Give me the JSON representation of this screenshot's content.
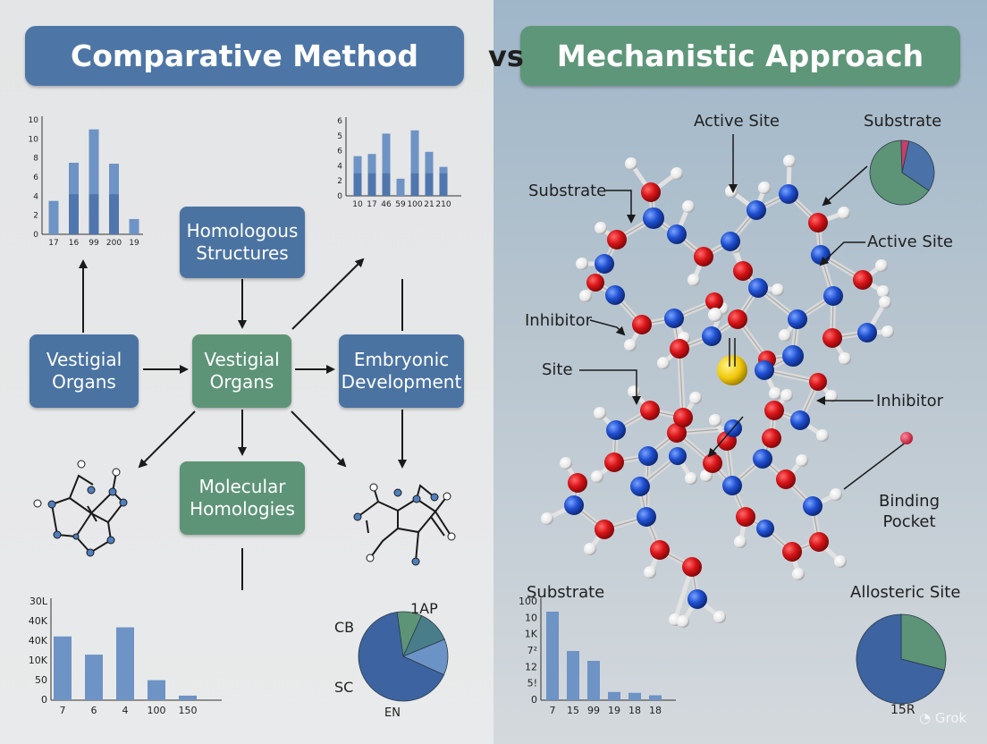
{
  "header": {
    "left_title": "Comparative Method",
    "vs": "vs",
    "right_title": "Mechanistic Approach"
  },
  "nodes": {
    "homologous": "Homologous\nStructures",
    "vestigial_left": "Vestigial\nOrgans",
    "vestigial_center": "Vestigial\nOrgans",
    "embryonic": "Embryonic\nDevelopment",
    "molecular": "Molecular\nHomologies"
  },
  "molecule_labels": {
    "active_site_top": "Active Site",
    "substrate_top_right": "Substrate",
    "substrate_left": "Substrate",
    "active_site_right": "Active Site",
    "inhibitor_left": "Inhibitor",
    "site": "Site",
    "inhibitor_right": "Inhibitor",
    "binding_pocket": "Binding\nPocket",
    "substrate_bottom": "Substrate",
    "allosteric_site": "Allosteric Site"
  },
  "pie_labels": {
    "cb": "CB",
    "iap": "1AP",
    "sc": "SC",
    "en": "EN",
    "r15": "15R"
  },
  "colors": {
    "blue": "#4a73a2",
    "light_blue": "#6c93c6",
    "green": "#5d9477",
    "red": "#d41417",
    "white_atom": "#f2f2f2",
    "sulfur": "#f5cf12"
  },
  "watermark": "Grok",
  "chart_data": [
    {
      "type": "bar",
      "categories": [
        "17",
        "16",
        "99",
        "200",
        "19"
      ],
      "ytick_labels": [
        "0",
        "2",
        "4",
        "6",
        "8",
        "10",
        "10"
      ],
      "ylim": [
        0,
        12
      ],
      "series": [
        {
          "values": [
            3.5,
            7.5,
            11,
            7.4,
            1.6
          ]
        },
        {
          "values": [
            0,
            4.2,
            4.2,
            4.2,
            0
          ]
        }
      ]
    },
    {
      "type": "bar",
      "categories": [
        "10",
        "17",
        "46",
        "59",
        "100",
        "21",
        "210"
      ],
      "ytick_labels": [
        "0",
        "2",
        "4",
        "6",
        "5",
        "6"
      ],
      "ylim": [
        0,
        7
      ],
      "series": [
        {
          "values": [
            3.7,
            3.9,
            5.8,
            1.6,
            6.1,
            4.1,
            2.7
          ]
        },
        {
          "values": [
            2.1,
            2.1,
            2.1,
            0,
            2.1,
            2.1,
            2.1
          ]
        }
      ]
    },
    {
      "type": "bar",
      "categories": [
        "7",
        "6",
        "4",
        "100",
        "150"
      ],
      "ytick_labels": [
        "0",
        "50",
        "10K",
        "40K",
        "40K",
        "30L"
      ],
      "ylim": [
        0,
        5.4
      ],
      "series": [
        {
          "values": [
            3.5,
            2.5,
            4.0,
            1.1,
            0.25
          ]
        }
      ]
    },
    {
      "type": "pie",
      "labels": [
        "CB",
        "1AP",
        "SC",
        "EN"
      ],
      "values": [
        9,
        12,
        13,
        66
      ]
    },
    {
      "type": "bar",
      "categories": [
        "7",
        "15",
        "99",
        "19",
        "18",
        "18"
      ],
      "ytick_labels": [
        "0",
        "5!",
        "12",
        "7²",
        "1K",
        "10",
        "100"
      ],
      "ylim": [
        0,
        6
      ],
      "series": [
        {
          "values": [
            5.4,
            3.0,
            2.4,
            0.5,
            0.45,
            0.3
          ]
        }
      ]
    },
    {
      "type": "pie",
      "labels": [
        "Substrate"
      ],
      "values": [
        4,
        31,
        65
      ]
    },
    {
      "type": "pie",
      "labels": [
        "Allosteric Site",
        "15R"
      ],
      "values": [
        29,
        71
      ]
    }
  ]
}
